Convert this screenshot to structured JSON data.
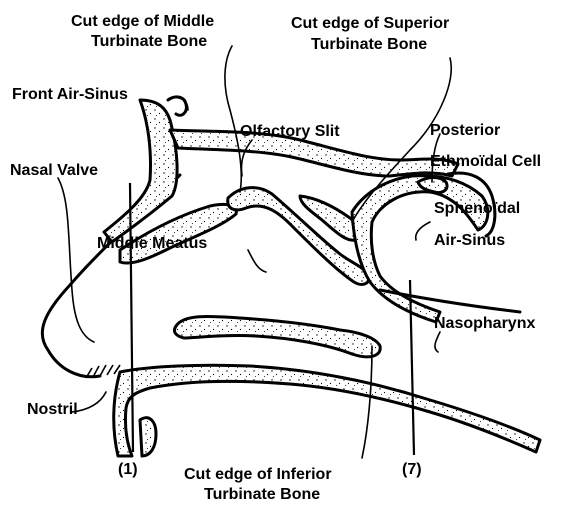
{
  "labels": {
    "cut_middle_1": "Cut edge of Middle",
    "cut_middle_2": "Turbinate Bone",
    "cut_superior_1": "Cut edge of Superior",
    "cut_superior_2": "Turbinate Bone",
    "front_air_sinus": "Front Air-Sinus",
    "olfactory_slit": "Olfactory Slit",
    "posterior_1": "Posterior",
    "posterior_2": "Ethmoïdal Cell",
    "nasal_valve": "Nasal Valve",
    "sphenoidal_1": "Sphenoïdal",
    "sphenoidal_2": "Air-Sinus",
    "middle_meatus": "Middle Meatus",
    "nasopharynx": "Nasopharynx",
    "nostril": "Nostril",
    "cut_inferior_1": "Cut edge of Inferior",
    "cut_inferior_2": "Turbinate Bone",
    "section_1": "(1)",
    "section_7": "(7)"
  }
}
